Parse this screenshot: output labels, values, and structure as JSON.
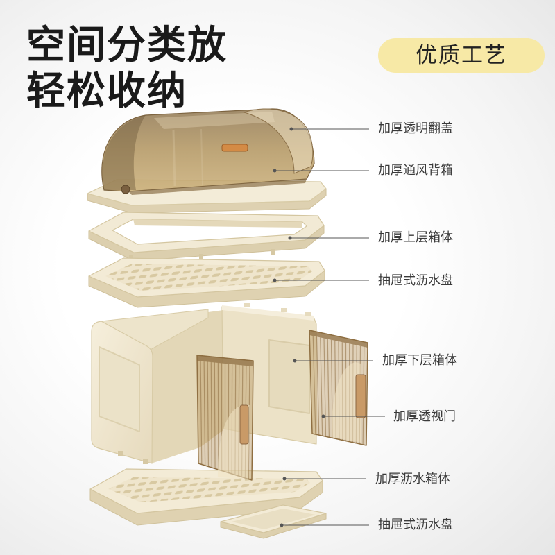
{
  "headline": {
    "line1": "空间分类放",
    "line2": "轻松收纳"
  },
  "badge": {
    "label": "优质工艺"
  },
  "callouts": [
    {
      "label": "加厚透明翻盖"
    },
    {
      "label": "加厚通风背箱"
    },
    {
      "label": "加厚上层箱体"
    },
    {
      "label": "抽屉式沥水盘"
    },
    {
      "label": "加厚下层箱体"
    },
    {
      "label": "加厚透视门"
    },
    {
      "label": "加厚沥水箱体"
    },
    {
      "label": "抽屉式沥水盘"
    }
  ],
  "colors": {
    "text": "#1a1a1a",
    "badge_bg": "#f7e9a6",
    "cream": "#f2ead5",
    "amber": "#b2955f",
    "handle": "#d48b45",
    "leader_line": "#555555"
  }
}
